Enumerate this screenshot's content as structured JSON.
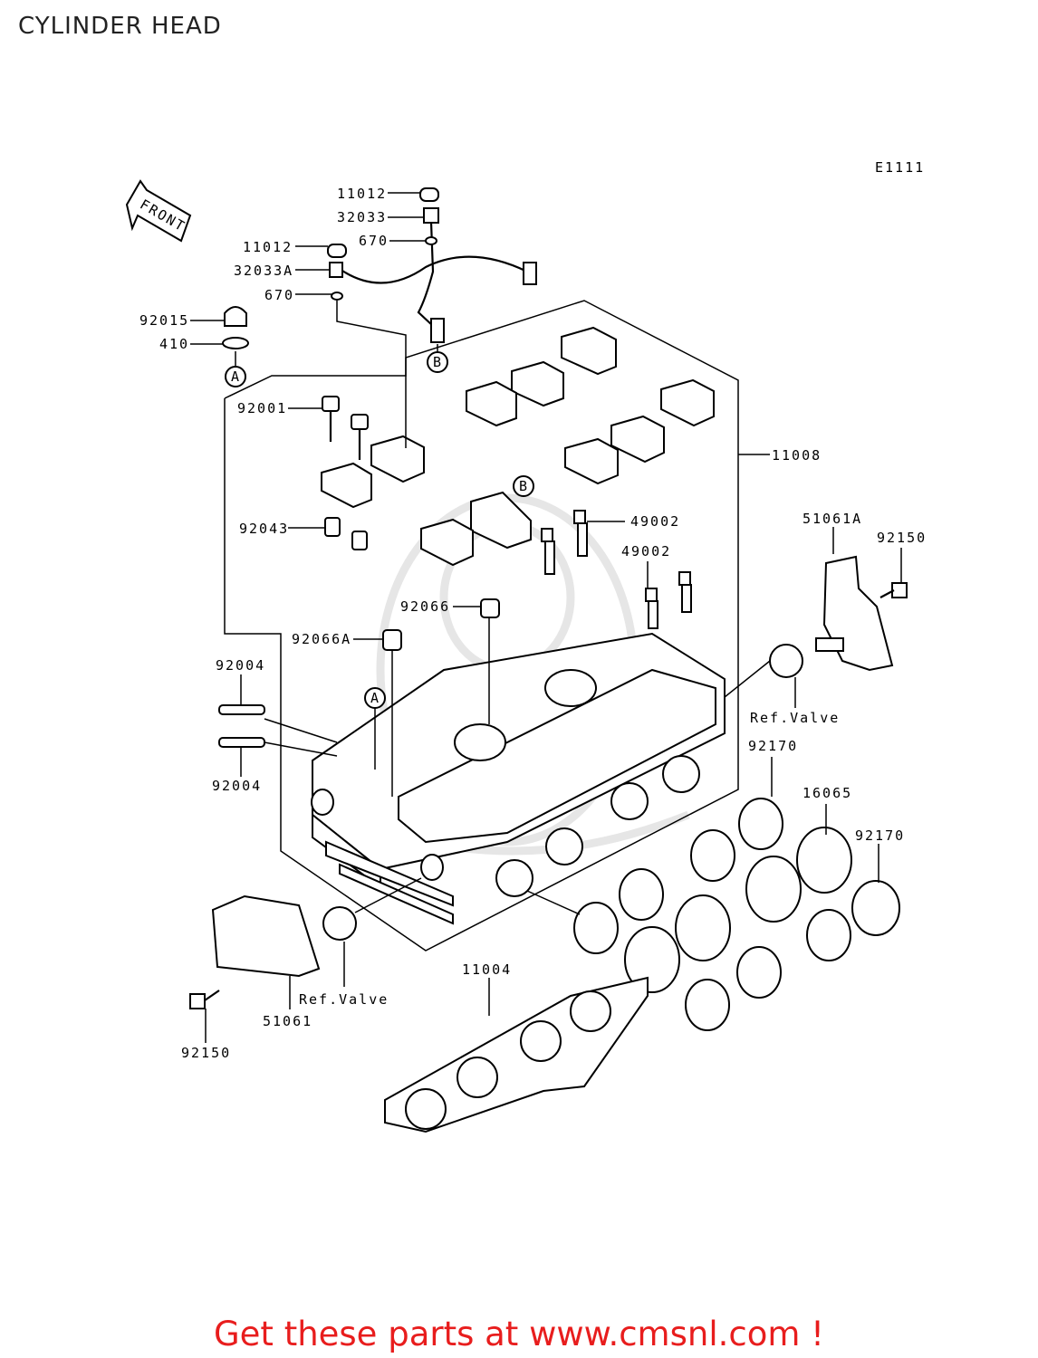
{
  "title": "CYLINDER HEAD",
  "diagram_code": "E1111",
  "front_label": "FRONT",
  "markers": {
    "a": "A",
    "b": "B"
  },
  "parts": {
    "p11012_top": "11012",
    "p32033": "32033",
    "p670_top": "670",
    "p11012": "11012",
    "p32033a": "32033A",
    "p670": "670",
    "p92015": "92015",
    "p410": "410",
    "p92001": "92001",
    "p11008": "11008",
    "p92043": "92043",
    "p49002_a": "49002",
    "p49002_b": "49002",
    "p51061a": "51061A",
    "p92150_r": "92150",
    "p92066": "92066",
    "p92066a": "92066A",
    "p92004_a": "92004",
    "p92004_b": "92004",
    "refvalve_r": "Ref.Valve",
    "p92170_a": "92170",
    "p16065": "16065",
    "p92170_b": "92170",
    "p11004": "11004",
    "refvalve_l": "Ref.Valve",
    "p51061": "51061",
    "p92150_l": "92150"
  },
  "footer": "Get these parts at www.cmsnl.com !",
  "colors": {
    "footer": "#e81d1d",
    "lines": "#000000",
    "watermark": "#e6e6e6"
  }
}
